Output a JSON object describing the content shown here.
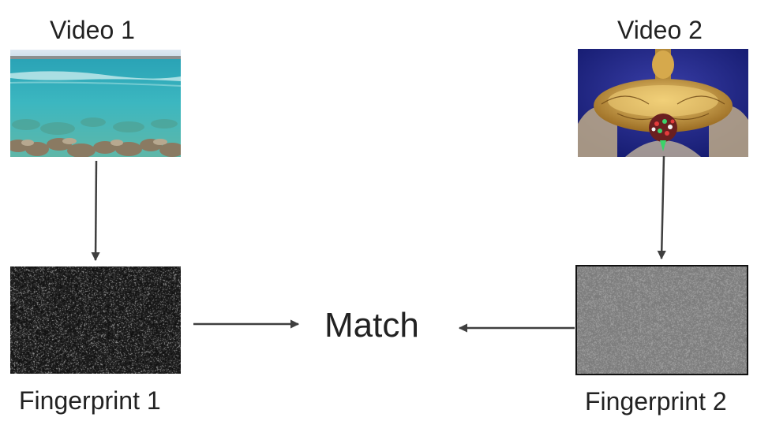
{
  "video1": {
    "label": "Video 1"
  },
  "video2": {
    "label": "Video 2"
  },
  "fingerprint1": {
    "label": "Fingerprint 1",
    "tone": "dark"
  },
  "fingerprint2": {
    "label": "Fingerprint 2",
    "tone": "gray"
  },
  "match": {
    "label": "Match"
  },
  "colors": {
    "text": "#222222",
    "arrow": "#3f3f3f",
    "fingerprint1_base": "#1a1a1a",
    "fingerprint2_base": "#7d7d7d",
    "fingerprint2_border": "#111111"
  }
}
